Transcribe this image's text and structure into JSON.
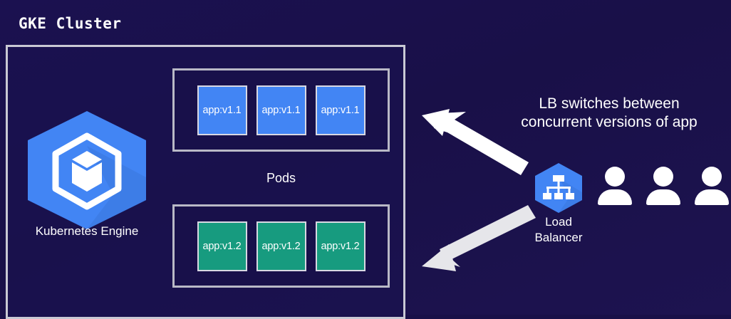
{
  "diagram": {
    "title": "GKE Cluster",
    "cluster": {
      "pods_label": "Pods",
      "engine": {
        "caption": "Kubernetes Engine",
        "icon": "kubernetes-engine-hexagon-icon"
      },
      "pod_groups": [
        {
          "version": "v1.1",
          "color": "#4285f4",
          "pods": [
            {
              "label": "app:v1.1"
            },
            {
              "label": "app:v1.1"
            },
            {
              "label": "app:v1.1"
            }
          ]
        },
        {
          "version": "v1.2",
          "color": "#179b7f",
          "pods": [
            {
              "label": "app:v1.2"
            },
            {
              "label": "app:v1.2"
            },
            {
              "label": "app:v1.2"
            }
          ]
        }
      ]
    },
    "load_balancer": {
      "caption_line1": "Load",
      "caption_line2": "Balancer",
      "icon": "load-balancer-hexagon-icon"
    },
    "annotation": {
      "line1": "LB switches between",
      "line2": "concurrent versions of app"
    },
    "users": [
      {
        "icon": "user-icon"
      },
      {
        "icon": "user-icon"
      },
      {
        "icon": "user-icon"
      }
    ],
    "arrows": [
      {
        "name": "arrow-to-v11-pods",
        "direction": "up-left",
        "color": "#ffffff"
      },
      {
        "name": "arrow-to-v12-pods",
        "direction": "down-left",
        "color": "#e2e2e6"
      }
    ],
    "colors": {
      "background": "#191048",
      "border": "#c9c9d4",
      "pod_v11": "#4285f4",
      "pod_v12": "#179b7f",
      "hex_blue": "#4285f4",
      "text": "#ffffff"
    }
  }
}
